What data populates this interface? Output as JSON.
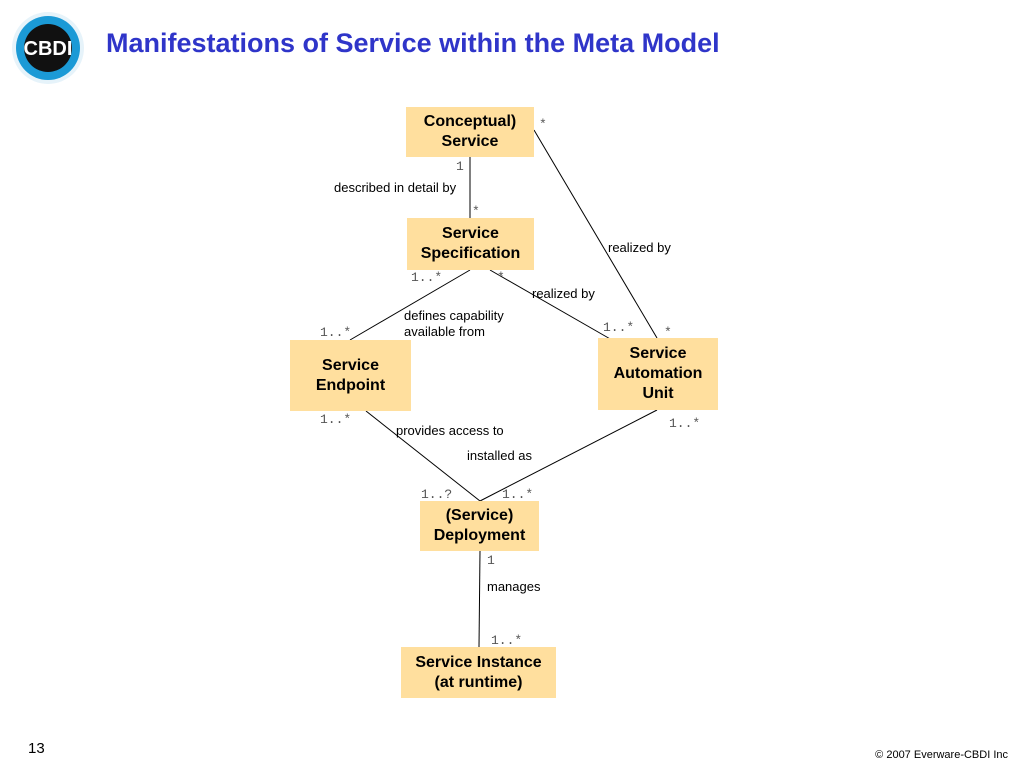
{
  "slide": {
    "title": "Manifestations of Service within the Meta Model",
    "logo_text": "CBDI",
    "page_number": "13",
    "copyright": "© 2007 Everware-CBDI Inc"
  },
  "colors": {
    "box_fill": "#ffdf9e",
    "title": "#2f35c9",
    "logo_ring": "#1b9ad6"
  },
  "nodes": {
    "conceptual_service": {
      "line1": "Conceptual)",
      "line2": "Service"
    },
    "service_specification": {
      "line1": "Service",
      "line2": "Specification"
    },
    "service_endpoint": {
      "line1": "Service",
      "line2": "Endpoint"
    },
    "service_automation_unit": {
      "line1": "Service",
      "line2": "Automation",
      "line3": "Unit"
    },
    "service_deployment": {
      "line1": "(Service)",
      "line2": "Deployment"
    },
    "service_instance": {
      "line1": "Service Instance",
      "line2": "(at runtime)"
    }
  },
  "edges": {
    "described": "described in detail by",
    "realized_top": "realized by",
    "realized_mid": "realized by",
    "defines_1": "defines capability",
    "defines_2": "available from",
    "provides": "provides access to",
    "installed": "installed as",
    "manages": "manages"
  },
  "multiplicities": {
    "conceptual_bottom": "1",
    "conceptual_right": "*",
    "spec_top": "*",
    "spec_left": "1..*",
    "spec_right": "*",
    "endpoint_top": "1..*",
    "endpoint_bottom": "1..*",
    "sau_top_left": "1..*",
    "sau_top_right": "*",
    "sau_bottom": "1..*",
    "deploy_left": "1..?",
    "deploy_right": "1..*",
    "deploy_bottom": "1",
    "instance_top": "1..*"
  }
}
